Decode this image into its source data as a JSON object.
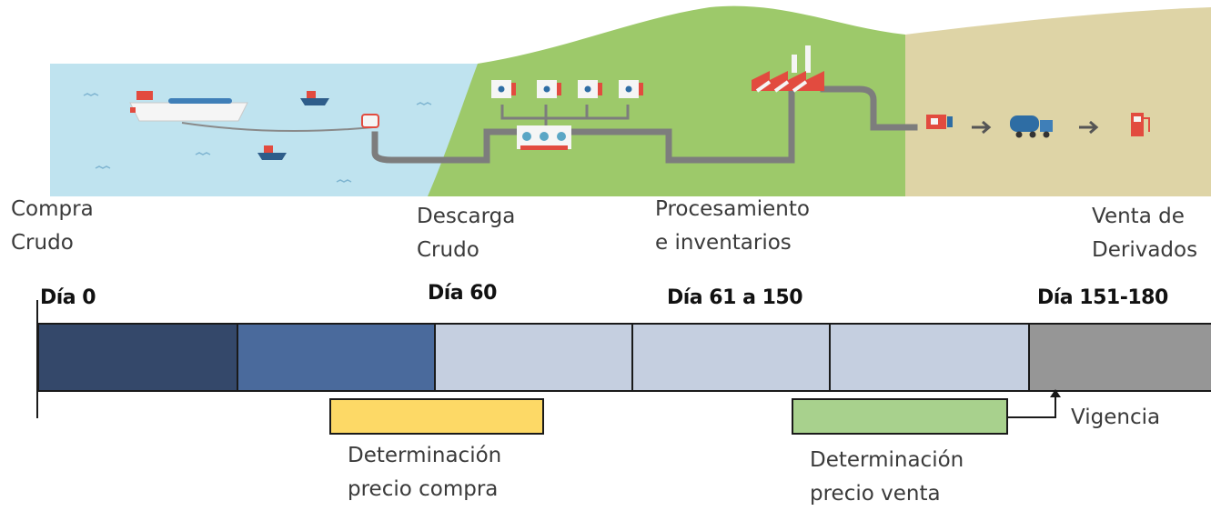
{
  "stages": [
    {
      "line1": "Compra",
      "line2": "Crudo"
    },
    {
      "line1": "Descarga",
      "line2": "Crudo"
    },
    {
      "line1": "Procesamiento",
      "line2": "e inventarios"
    },
    {
      "line1": "Venta de",
      "line2": "Derivados"
    }
  ],
  "days": [
    "Día 0",
    "Día 60",
    "Día 61 a 150",
    "Día 151-180"
  ],
  "timeline": {
    "segment_colors": [
      "#34486a",
      "#4a6a9c",
      "#c5cfe0",
      "#c5cfe0",
      "#c5cfe0",
      "#969696"
    ]
  },
  "boxes": {
    "compra": {
      "line1": "Determinación",
      "line2": "precio compra",
      "color": "#fdd966"
    },
    "venta": {
      "line1": "Determinación",
      "line2": "precio venta",
      "color": "#a8d18d"
    }
  },
  "vigencia_label": "Vigencia",
  "illustration_colors": {
    "sea": "#bfe3ef",
    "land": "#9dc96a",
    "desert": "#ded4a6"
  }
}
